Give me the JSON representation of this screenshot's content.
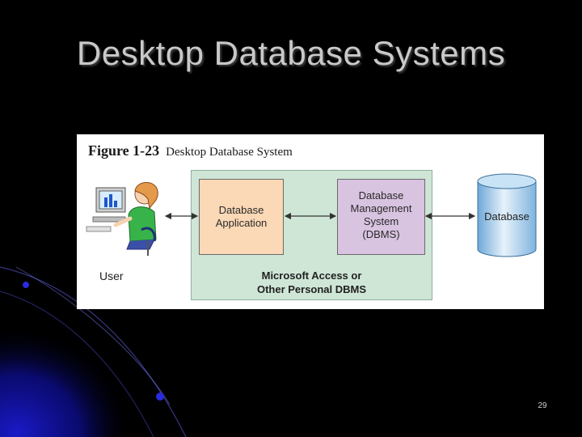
{
  "slide": {
    "title": "Desktop Database Systems",
    "page_number": "29"
  },
  "figure": {
    "number": "Figure 1-23",
    "name": "Desktop Database System",
    "user_label": "User",
    "app_label": [
      "Database",
      "Application"
    ],
    "dbms_label": [
      "Database",
      "Management",
      "System",
      "(DBMS)"
    ],
    "pc_label": [
      "Microsoft Access or",
      "Other Personal DBMS"
    ],
    "db_label": "Database"
  },
  "colors": {
    "background": "#000000",
    "accent_blue": "#1a1ac8",
    "pc_box": "#cfe6d7",
    "app_box": "#fbd8b6",
    "dbms_box": "#d8c3e0",
    "cylinder": "#9fcbea"
  }
}
